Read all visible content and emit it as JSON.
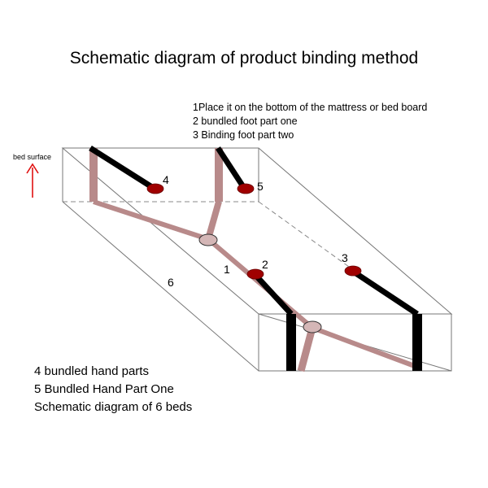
{
  "title": "Schematic diagram of product binding method",
  "notes_top": [
    "1Place it on the bottom of the mattress or bed board",
    "2 bundled foot part one",
    "3 Binding foot part two"
  ],
  "notes_bottom": [
    "4 bundled hand parts",
    "5 Bundled Hand Part One",
    "Schematic diagram of 6 beds"
  ],
  "diagram": {
    "bed_surface_label": "bed surface",
    "markers": {
      "m1": "1",
      "m2": "2",
      "m3": "3",
      "m4": "4",
      "m5": "5",
      "m6": "6"
    },
    "colors": {
      "strap_pink": "#b88a8a",
      "strap_black": "#000000",
      "dot_red": "#a00000",
      "arrow_red": "#e01010",
      "bed_outline": "#777777"
    }
  }
}
